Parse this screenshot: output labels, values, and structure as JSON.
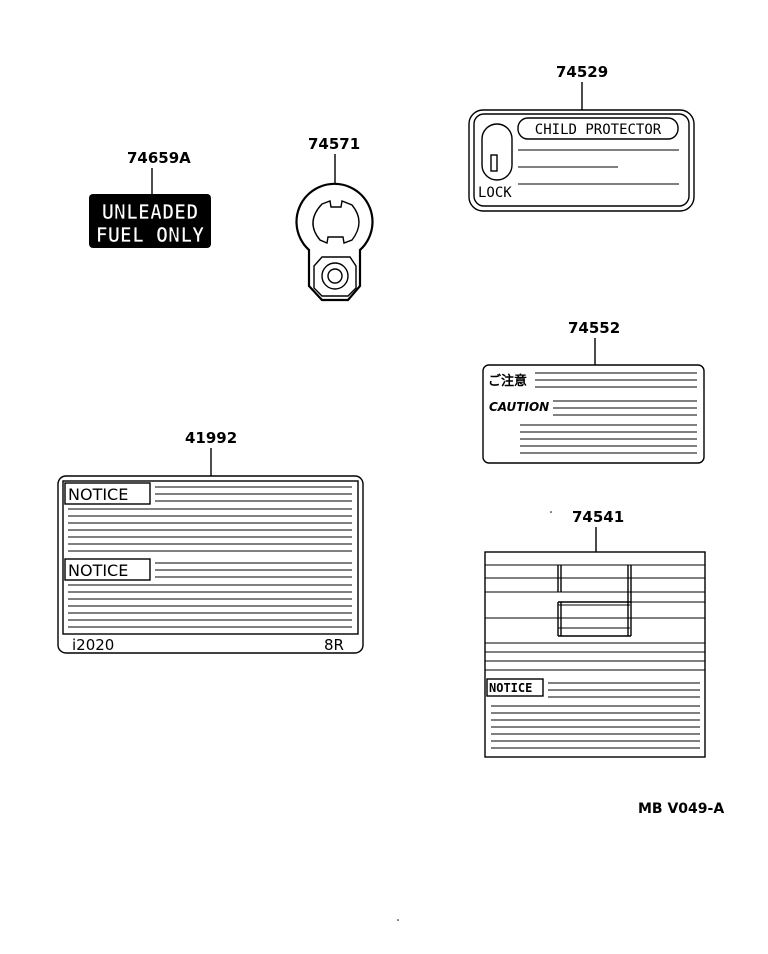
{
  "parts": {
    "unleaded": {
      "number": "74659A",
      "line1": "UNLEADED",
      "line2": "FUEL ONLY"
    },
    "cap_tag": {
      "number": "74571"
    },
    "child": {
      "number": "74529",
      "title": "CHILD PROTECTOR",
      "lock": "LOCK"
    },
    "caution": {
      "number": "74552",
      "jp": "ご注意",
      "en": "CAUTION"
    },
    "notice_big": {
      "number": "41992",
      "notice1": "NOTICE",
      "notice2": "NOTICE",
      "footer_left": "i2020",
      "footer_right": "8R"
    },
    "notice_small": {
      "number": "74541",
      "notice": "NOTICE"
    }
  },
  "figure_code": "MB V049-A",
  "colors": {
    "ink": "#000000",
    "paper": "#ffffff"
  }
}
